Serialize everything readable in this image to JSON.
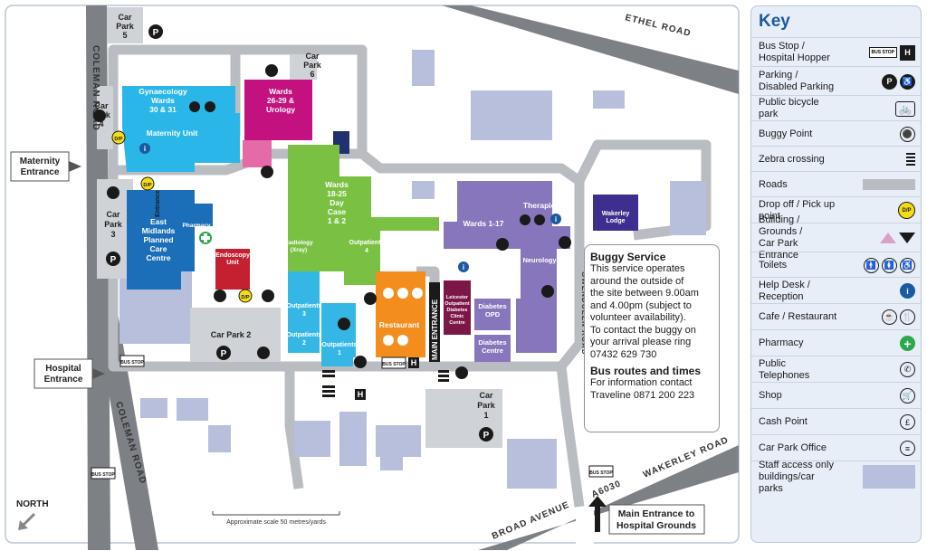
{
  "roads": {
    "coleman_road_north": "COLEMAN ROAD",
    "coleman_road_south": "COLEMAN ROAD",
    "ethel_road": "ETHEL ROAD",
    "gwendolen_road": "GWENDOLEN ROAD",
    "broad_avenue": "BROAD AVENUE",
    "a6030": "A6030",
    "wakerley_road": "WAKERLEY ROAD"
  },
  "buildings": {
    "car_park_5": [
      "Car",
      "Park",
      "5"
    ],
    "car_park_6": [
      "Car",
      "Park",
      "6"
    ],
    "car_park_4": [
      "Car",
      "Park",
      "4"
    ],
    "car_park_3": [
      "Car",
      "Park",
      "3"
    ],
    "car_park_2": "Car Park 2",
    "car_park_1": [
      "Car",
      "Park",
      "1"
    ],
    "gynaecology": [
      "Gynaecology",
      "Wards",
      "30 & 31"
    ],
    "maternity_unit": "Maternity Unit",
    "wards_26_29": [
      "Wards",
      "26-29 &",
      "Urology"
    ],
    "wards_18_25": [
      "Wards",
      "18-25",
      "Day",
      "Case",
      "1 & 2"
    ],
    "east_midlands": [
      "East",
      "Midlands",
      "Planned",
      "Care",
      "Centre"
    ],
    "entrance_vertical": "Entrance",
    "pharmacy": "Pharmacy",
    "endoscopy": [
      "Endoscopy",
      "Unit"
    ],
    "radiology": [
      "Radiology",
      "(Xray)"
    ],
    "outpatients_4": [
      "Outpatients",
      "4"
    ],
    "outpatients_3": [
      "Outpatients",
      "3"
    ],
    "outpatients_2": [
      "Outpatients",
      "2"
    ],
    "outpatients_1": [
      "Outpatients",
      "1"
    ],
    "restaurant": "Restaurant",
    "main_entrance_vertical": "MAIN ENTRANCE",
    "leicester_outpatient": [
      "Leicester",
      "Outpatient",
      "Diabetes",
      "Clinic",
      "Centre"
    ],
    "diabetes_opd": [
      "Diabetes",
      "OPD"
    ],
    "diabetes_centre": [
      "Diabetes",
      "Centre"
    ],
    "wards_1_17": "Wards 1-17",
    "therapies": "Therapies",
    "neurology": "Neurology",
    "wakerley_lodge": [
      "Wakerley",
      "Lodge"
    ]
  },
  "callouts": {
    "maternity_entrance": [
      "Maternity",
      "Entrance"
    ],
    "hospital_entrance": [
      "Hospital",
      "Entrance"
    ],
    "main_entrance_grounds": [
      "Main Entrance to",
      "Hospital Grounds"
    ]
  },
  "north_label": "NORTH",
  "scale_label": "Approximate scale 50 metres/yards",
  "bus_stop_label": "BUS STOP",
  "buggy_service": {
    "title": "Buggy Service",
    "body": [
      "This service operates",
      "around the outside of",
      "the site between 9.00am",
      "and 4.00pm (subject to",
      "volunteer availability).",
      "To contact the buggy on",
      "your arrival please ring",
      "07432 629 730"
    ],
    "routes_title": "Bus routes and times",
    "routes_body": [
      "For information contact",
      "Traveline 0871 200 223"
    ]
  },
  "key": {
    "title": "Key",
    "items": [
      {
        "label": [
          "Bus Stop /",
          "Hospital Hopper"
        ],
        "icon": "bus-stop-icon"
      },
      {
        "label": [
          "Parking /",
          "Disabled Parking"
        ],
        "icon": "parking-icon"
      },
      {
        "label": [
          "Public bicycle park"
        ],
        "icon": "bicycle-icon"
      },
      {
        "label": [
          "Buggy Point"
        ],
        "icon": "buggy-icon"
      },
      {
        "label": [
          "Zebra crossing"
        ],
        "icon": "zebra-crossing-icon"
      },
      {
        "label": [
          "Roads"
        ],
        "icon": "road-swatch"
      },
      {
        "label": [
          "Drop off / Pick up point"
        ],
        "icon": "drop-off-icon"
      },
      {
        "label": [
          "Building / Grounds /",
          "Car Park Entrance"
        ],
        "icon": "entrance-arrow-icon"
      },
      {
        "label": [
          "Toilets"
        ],
        "icon": "toilets-icon"
      },
      {
        "label": [
          "Help Desk / Reception"
        ],
        "icon": "info-icon"
      },
      {
        "label": [
          "Cafe / Restaurant"
        ],
        "icon": "cafe-icon"
      },
      {
        "label": [
          "Pharmacy"
        ],
        "icon": "pharmacy-icon"
      },
      {
        "label": [
          "Public Telephones"
        ],
        "icon": "telephone-icon"
      },
      {
        "label": [
          "Shop"
        ],
        "icon": "shop-icon"
      },
      {
        "label": [
          "Cash Point"
        ],
        "icon": "cash-point-icon"
      },
      {
        "label": [
          "Car Park Office"
        ],
        "icon": "car-park-office-icon"
      },
      {
        "label": [
          "Staff access only",
          "buildings/car parks"
        ],
        "icon": "staff-swatch"
      }
    ],
    "symbols": {
      "parking": "P",
      "hopper": "H",
      "drop_off": "D/P",
      "info": "i",
      "cash": "£"
    }
  },
  "colors": {
    "road": "#b9bcc1",
    "staff": "#b7bfdd",
    "gynae": "#2ab6e8",
    "wards26": "#c3117f",
    "wards18": "#7ac143",
    "emp": "#1b6fb8",
    "endoscopy": "#c4202f",
    "outpatients": "#35b7e5",
    "restaurant": "#f28d1e",
    "purple": "#8876bd",
    "navy": "#21316f",
    "key_bg": "#e8eef7",
    "key_title": "#1a5aa0",
    "yellow": "#f5dd16",
    "pharmacy_green": "#2aa84a"
  }
}
